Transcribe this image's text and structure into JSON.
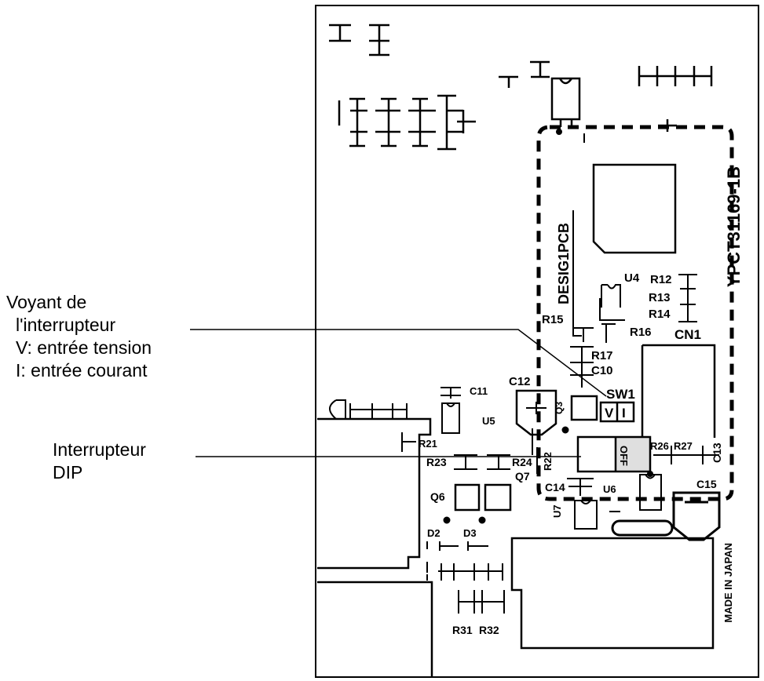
{
  "callouts": {
    "switch_indicator": {
      "line1": "Voyant de",
      "line2": "l'interrupteur",
      "line3": "V: entrée tension",
      "line4": "I: entrée courant"
    },
    "dip_switch": {
      "line1": "Interrupteur",
      "line2": "DIP"
    }
  },
  "board": {
    "part_number": "YPCT31169-1B",
    "daughter_pcb": "DESIG1PCB",
    "made_in": "MADE IN JAPAN",
    "switch_state": "OFF",
    "switch_indicator_v": "V",
    "switch_indicator_i": "I",
    "labels": {
      "u4": "U4",
      "r12": "R12",
      "r13": "R13",
      "r14": "R14",
      "r15": "R15",
      "r16": "R16",
      "r17": "R17",
      "c10": "C10",
      "cn1": "CN1",
      "c12": "C12",
      "c11": "C11",
      "sw1": "SW1",
      "q3": "Q3",
      "u5": "U5",
      "r21": "R21",
      "r23": "R23",
      "r24": "R24",
      "r22": "R22",
      "r26": "R26",
      "r27": "R27",
      "c13": "C13",
      "q7": "Q7",
      "c14": "C14",
      "u6": "U6",
      "c15": "C15",
      "q6": "Q6",
      "u7": "U7",
      "d2": "D2",
      "d3": "D3",
      "r31": "R31",
      "r32": "R32"
    }
  }
}
